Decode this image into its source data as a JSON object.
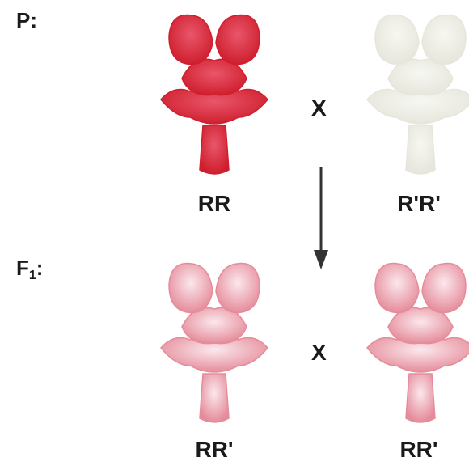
{
  "generations": {
    "p_label": "P:",
    "f1_prefix": "F",
    "f1_sub": "1",
    "f1_suffix": ":"
  },
  "flowers": [
    {
      "genotype": "RR",
      "color": "red",
      "fill": "#cf1f2e",
      "light": "#e9566a"
    },
    {
      "genotype": "R'R'",
      "color": "white",
      "fill": "#e6e6dc",
      "light": "#f7f7f2"
    },
    {
      "genotype": "RR'",
      "color": "pink",
      "fill": "#e58c9b",
      "light": "#fbe8ec"
    },
    {
      "genotype": "RR'",
      "color": "pink",
      "fill": "#e58c9b",
      "light": "#fbe8ec"
    }
  ],
  "cross_symbol": "X",
  "arrow_color": "#333333"
}
